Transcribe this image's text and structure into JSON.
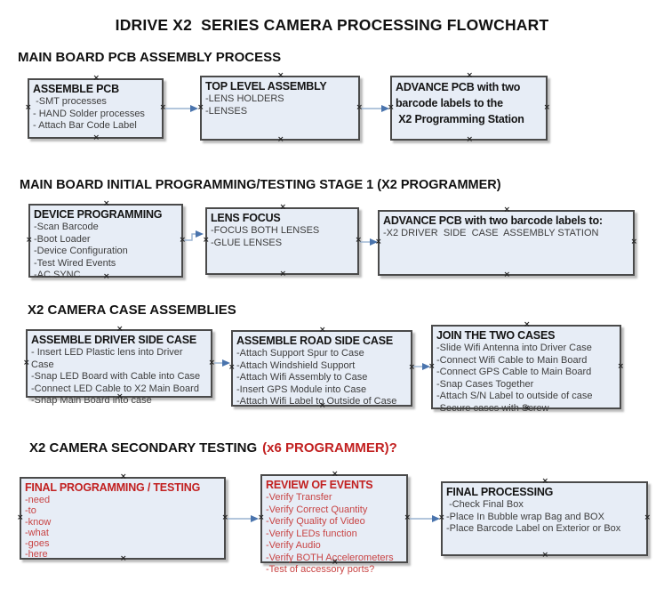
{
  "page_title": "IDRIVE X2  SERIES CAMERA PROCESSING FLOWCHART",
  "headings": {
    "pcb_assembly": "MAIN BOARD PCB ASSEMBLY PROCESS",
    "initial_programming": "MAIN BOARD INITIAL PROGRAMMING/TESTING STAGE 1 (X2 PROGRAMMER)",
    "case_assemblies": "X2 CAMERA CASE ASSEMBLIES",
    "secondary_testing": "X2 CAMERA SECONDARY TESTING",
    "secondary_testing_red": "(x6 PROGRAMMER)?"
  },
  "boxes": {
    "assemble_pcb": {
      "title": "ASSEMBLE PCB",
      "items": [
        " -SMT processes",
        "- HAND Solder processes",
        "- Attach Bar Code Label"
      ]
    },
    "top_level_assembly": {
      "title": "TOP LEVEL ASSEMBLY",
      "items": [
        "-LENS HOLDERS",
        "-LENSES"
      ]
    },
    "advance_pcb_station": {
      "title": "ADVANCE PCB with two barcode labels to the\n X2 Programming Station",
      "items": []
    },
    "device_programming": {
      "title": "DEVICE PROGRAMMING",
      "items": [
        "-Scan Barcode",
        "-Boot Loader",
        "-Device Configuration",
        "-Test Wired Events",
        "-AC SYNC"
      ]
    },
    "lens_focus": {
      "title": "LENS FOCUS",
      "items": [
        "-FOCUS BOTH LENSES",
        "-GLUE LENSES"
      ]
    },
    "advance_pcb_driver": {
      "title": "ADVANCE PCB with two barcode labels to:",
      "items": [
        "-X2 DRIVER  SIDE  CASE  ASSEMBLY STATION"
      ]
    },
    "assemble_driver_case": {
      "title": "ASSEMBLE DRIVER SIDE CASE",
      "items": [
        "- Insert LED Plastic lens into Driver Case",
        "-Snap LED Board with Cable into Case",
        "-Connect LED Cable to X2 Main Board",
        "-Snap Main Board into case"
      ]
    },
    "assemble_road_case": {
      "title": "ASSEMBLE ROAD SIDE CASE",
      "items": [
        "-Attach Support Spur to Case",
        "-Attach Windshield Support",
        "-Attach Wifi Assembly to Case",
        "-Insert GPS Module into Case",
        "-Attach Wifi Label to Outside of Case"
      ]
    },
    "join_two_cases": {
      "title": "JOIN THE TWO CASES",
      "items": [
        "-Slide Wifi Antenna into Driver Case",
        "-Connect Wifi Cable to Main Board",
        "-Connect GPS Cable to Main Board",
        "-Snap Cases Together",
        "-Attach S/N Label to outside of case",
        "-Secure cases with Screw"
      ]
    },
    "final_programming": {
      "title": "FINAL PROGRAMMING / TESTING",
      "items": [
        "-need",
        "-to",
        "-know",
        "-what",
        "-goes",
        "-here"
      ]
    },
    "review_of_events": {
      "title": "REVIEW OF EVENTS",
      "items": [
        "-Verify Transfer",
        "-Verify Correct Quantity",
        "-Verify Quality of Video",
        "-Verify LEDs function",
        "-Verify Audio",
        "-Verify BOTH Accelerometers",
        "-Test of accessory ports?"
      ]
    },
    "final_processing": {
      "title": "FINAL PROCESSING",
      "items": [
        " -Check Final Box",
        "-Place In Bubble wrap Bag and BOX",
        "-Place Barcode Label on Exterior or Box"
      ]
    }
  },
  "arrows": [
    {
      "name": "assemble-pcb-to-top-level",
      "points": [
        [
          186,
          122
        ],
        [
          215,
          122
        ]
      ]
    },
    {
      "name": "top-level-to-advance-pcb",
      "points": [
        [
          406,
          122
        ],
        [
          430,
          122
        ]
      ]
    },
    {
      "name": "device-programming-to-lens-focus",
      "points": [
        [
          207,
          270
        ],
        [
          216,
          270
        ],
        [
          216,
          263
        ],
        [
          221,
          263
        ]
      ]
    },
    {
      "name": "lens-focus-to-advance-pcb",
      "points": [
        [
          405,
          272
        ],
        [
          417,
          272
        ]
      ]
    },
    {
      "name": "driver-case-to-road-case",
      "points": [
        [
          241,
          408
        ],
        [
          251,
          408
        ]
      ]
    },
    {
      "name": "road-case-to-join-cases",
      "points": [
        [
          465,
          412
        ],
        [
          476,
          412
        ]
      ]
    },
    {
      "name": "final-programming-to-review",
      "points": [
        [
          256,
          583
        ],
        [
          283,
          583
        ]
      ]
    },
    {
      "name": "review-to-final-processing",
      "points": [
        [
          461,
          583
        ],
        [
          487,
          583
        ]
      ]
    }
  ],
  "colors": {
    "box_fill": "#e7edf6",
    "box_border": "#4a4a4a",
    "box_shadow": "#bcbcbc",
    "arrow_line": "#9ab3d1",
    "arrow_head": "#4a74ad",
    "heading_text": "#111111",
    "item_text": "#3d3d3d",
    "red_heading": "#c22020",
    "red_item": "#c84444"
  }
}
